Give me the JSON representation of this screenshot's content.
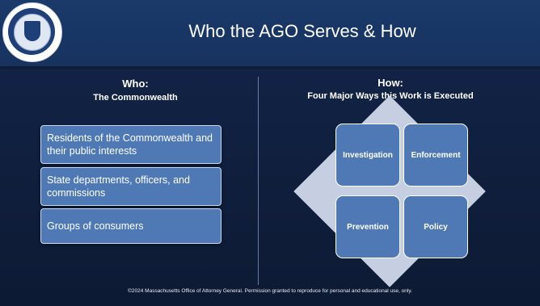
{
  "header": {
    "title": "Who the AGO Serves & How",
    "seal_icon": "state-seal-icon"
  },
  "who": {
    "heading": "Who:",
    "subheading": "The Commonwealth",
    "items": [
      "Residents of the Commonwealth and their public interests",
      "State departments, officers, and commissions",
      "Groups of consumers"
    ]
  },
  "how": {
    "heading": "How:",
    "subheading": "Four Major Ways this Work is Executed",
    "quadrants": [
      "Investigation",
      "Enforcement",
      "Prevention",
      "Policy"
    ]
  },
  "footer": {
    "text": "©2024 Massachusetts Office of Attorney General. Permission granted to reproduce for personal and educational use, only."
  },
  "colors": {
    "header_bg": "#17325e",
    "box_fill": "#4e79b5",
    "diamond": "#c6cfe2",
    "slide_bg": "#0f1d35"
  }
}
